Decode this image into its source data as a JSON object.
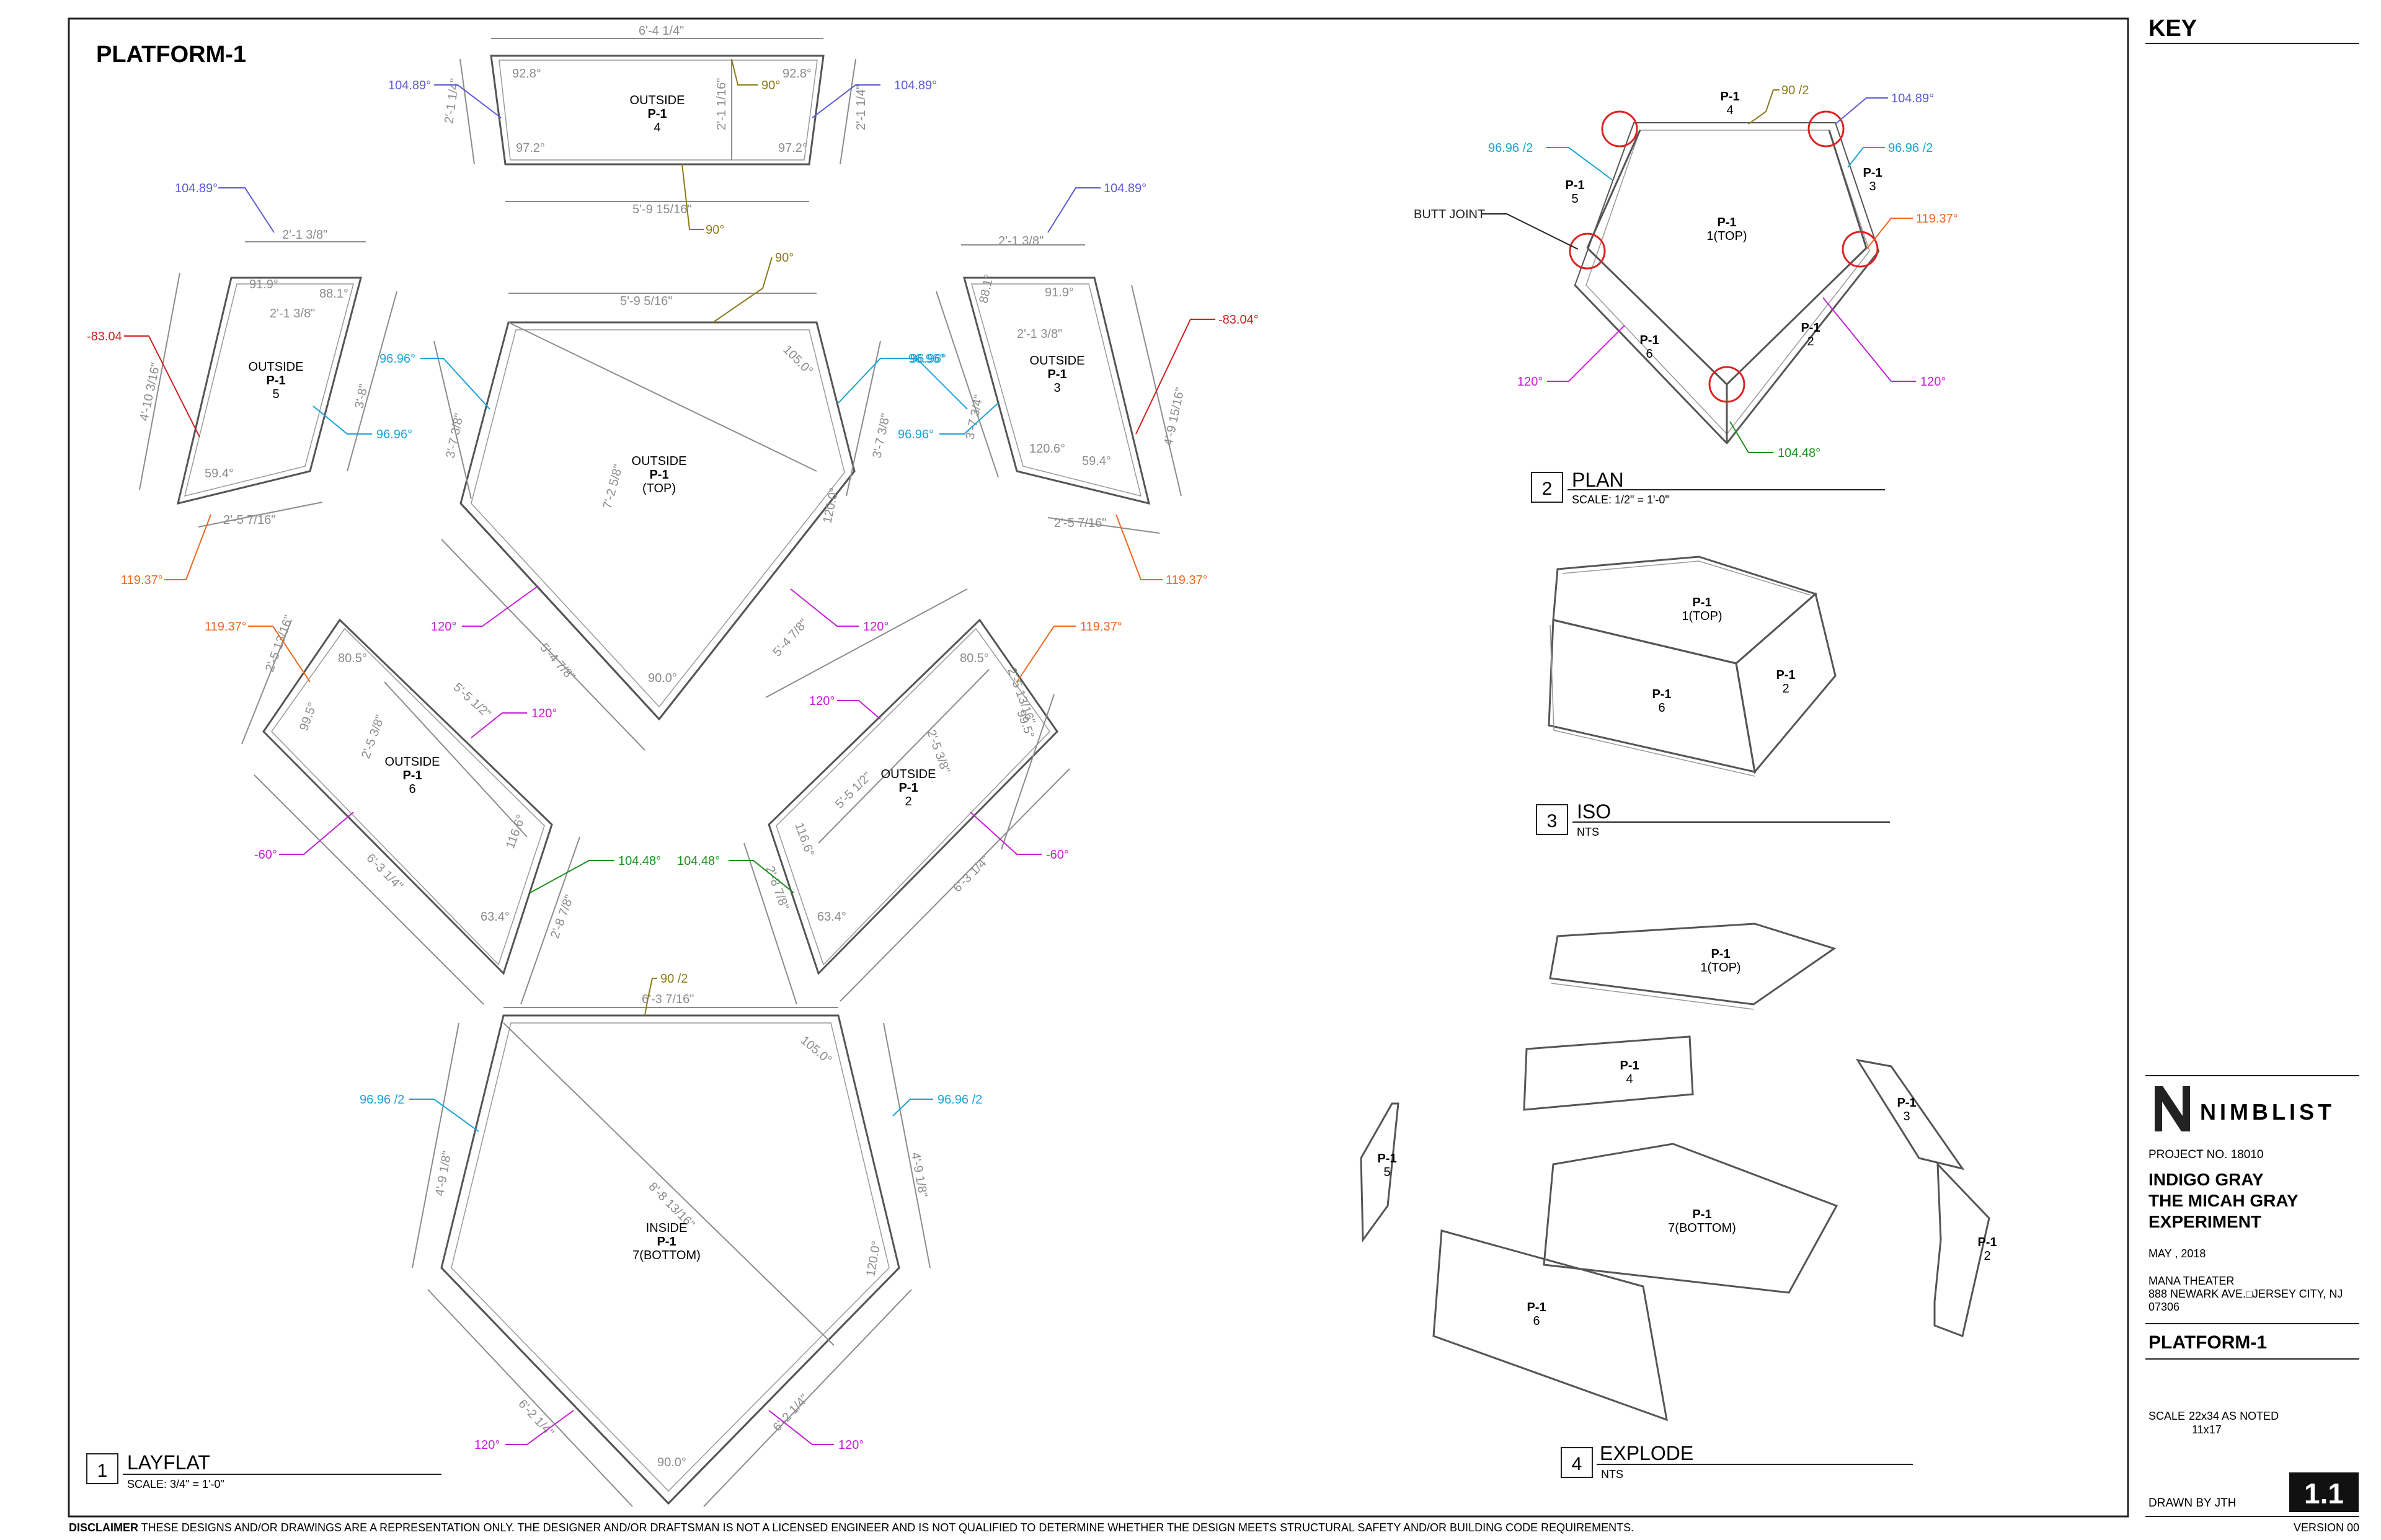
{
  "sheet_title": "PLATFORM-1",
  "colors": {
    "angle_104": "#5b5bd6",
    "angle_96": "#1aa3d9",
    "angle_119": "#f26522",
    "angle_120": "#c51fd6",
    "angle_83": "#d01f1f",
    "angle_90": "#8a7a1a",
    "angle_60": "#c51fd6",
    "angle_104_48": "#1f8f1f",
    "dim": "#8c8c8c",
    "line": "#555555"
  },
  "views": {
    "layflat": {
      "number": "1",
      "title": "LAYFLAT",
      "scale": "SCALE: 3/4\" = 1'-0\""
    },
    "plan": {
      "number": "2",
      "title": "PLAN",
      "scale": "SCALE: 1/2\" = 1'-0\""
    },
    "iso": {
      "number": "3",
      "title": "ISO",
      "scale": "NTS"
    },
    "explode": {
      "number": "4",
      "title": "EXPLODE",
      "scale": "NTS"
    }
  },
  "panels": {
    "p4": {
      "face": "OUTSIDE",
      "part": "P-1",
      "id": "4",
      "dims": [
        "6'-4 1/4\"",
        "5'-9 15/16\"",
        "2'-1 1/4\"",
        "2'-1 1/16\"",
        "2'-1 1/4\"",
        "92.8°",
        "97.2°",
        "92.8°",
        "97.2°"
      ],
      "angles": [
        "104.89°",
        "104.89°",
        "90°",
        "90°"
      ]
    },
    "p5": {
      "face": "OUTSIDE",
      "part": "P-1",
      "id": "5",
      "dims": [
        "2'-1 3/8\"",
        "2'-1 3/8\"",
        "4'-10 3/16\"",
        "3'-8\"",
        "2'-5 7/16\"",
        "91.9°",
        "88.1°",
        "59.4°"
      ],
      "angles": [
        "104.89°",
        "-83.04",
        "96.96°",
        "119.37°"
      ]
    },
    "top": {
      "face": "OUTSIDE",
      "part": "P-1",
      "id": "(TOP)",
      "dims": [
        "5'-9 5/16\"",
        "3'-7 3/8\"",
        "3'-7 3/8\"",
        "7'-2 5/8\"",
        "5'-4 7/8\"",
        "5'-4 7/8\"",
        "105.0°",
        "120.0°",
        "90.0°"
      ],
      "angles": [
        "90°",
        "96.96°",
        "96.96°",
        "120°",
        "120°"
      ]
    },
    "p3": {
      "face": "OUTSIDE",
      "part": "P-1",
      "id": "3",
      "dims": [
        "2'-1 3/8\"",
        "2'-1 3/8\"",
        "3'-7 3/4\"",
        "4'-9 15/16\"",
        "2'-5 7/16\"",
        "88.1°",
        "91.9°",
        "120.6°",
        "59.4°"
      ],
      "angles": [
        "104.89°",
        "-83.04°",
        "96.96°",
        "96.96°",
        "119.37°"
      ]
    },
    "p6": {
      "face": "OUTSIDE",
      "part": "P-1",
      "id": "6",
      "dims": [
        "2'-5 13/16\"",
        "2'-5 3/8\"",
        "5'-5 1/2\"",
        "6'-3 1/4\"",
        "2'-8 7/8\"",
        "80.5°",
        "99.5°",
        "116.6°",
        "63.4°"
      ],
      "angles": [
        "119.37°",
        "120°",
        "-60°",
        "104.48°"
      ]
    },
    "p2": {
      "face": "OUTSIDE",
      "part": "P-1",
      "id": "2",
      "dims": [
        "2'-5 13/16\"",
        "2'-5 3/8\"",
        "5'-5 1/2\"",
        "6'-3 1/4\"",
        "2'-8 7/8\"",
        "80.5°",
        "99.5°",
        "116.6°",
        "63.4°"
      ],
      "angles": [
        "119.37°",
        "120°",
        "-60°",
        "104.48°"
      ]
    },
    "bottom": {
      "face": "INSIDE",
      "part": "P-1",
      "id": "7(BOTTOM)",
      "dims": [
        "6'-3 7/16\"",
        "4'-9 1/8\"",
        "4'-9 1/8\"",
        "8'-8 13/16\"",
        "6'-2 1/4\"",
        "6'-2 1/4\"",
        "105.0°",
        "120.0°",
        "90.0°"
      ],
      "angles": [
        "90 /2",
        "96.96 /2",
        "96.96 /2",
        "120°",
        "120°"
      ]
    }
  },
  "plan": {
    "labels": [
      "P-1",
      "4",
      "P-1",
      "5",
      "P-1",
      "3",
      "P-1",
      "1(TOP)",
      "P-1",
      "6",
      "P-1",
      "2"
    ],
    "callouts": [
      "90 /2",
      "104.89°",
      "96.96 /2",
      "96.96 /2",
      "BUTT JOINT",
      "119.37°",
      "120°",
      "120°",
      "104.48°"
    ]
  },
  "iso": {
    "labels": [
      "P-1",
      "1(TOP)",
      "P-1",
      "6",
      "P-1",
      "2"
    ]
  },
  "explode": {
    "labels": [
      "P-1",
      "1(TOP)",
      "P-1",
      "4",
      "P-1",
      "3",
      "P-1",
      "5",
      "P-1",
      "7(BOTTOM)",
      "P-1",
      "2",
      "P-1",
      "6"
    ]
  },
  "title_block": {
    "key": "KEY",
    "logo": "NIMBLIST",
    "project_no": "PROJECT NO. 18010",
    "project_lines": [
      "INDIGO GRAY",
      "THE MICAH GRAY",
      "EXPERIMENT"
    ],
    "date": "MAY , 2018",
    "venue": "MANA THEATER",
    "address": "888 NEWARK AVE.□JERSEY CITY, NJ",
    "zip": "07306",
    "sheet_name": "PLATFORM-1",
    "scale_label": "SCALE",
    "scale_value": "22x34  AS NOTED",
    "scale_value2": "11x17",
    "drawn_by": "DRAWN BY JTH",
    "sheet_number": "1.1",
    "version": "VERSION 00"
  },
  "disclaimer": {
    "label": "DISCLAIMER",
    "text": " THESE DESIGNS AND/OR DRAWINGS ARE A REPRESENTATION ONLY. THE DESIGNER AND/OR DRAFTSMAN IS NOT A LICENSED ENGINEER AND IS NOT QUALIFIED TO DETERMINE WHETHER THE DESIGN MEETS STRUCTURAL SAFETY AND/OR BUILDING CODE REQUIREMENTS."
  }
}
